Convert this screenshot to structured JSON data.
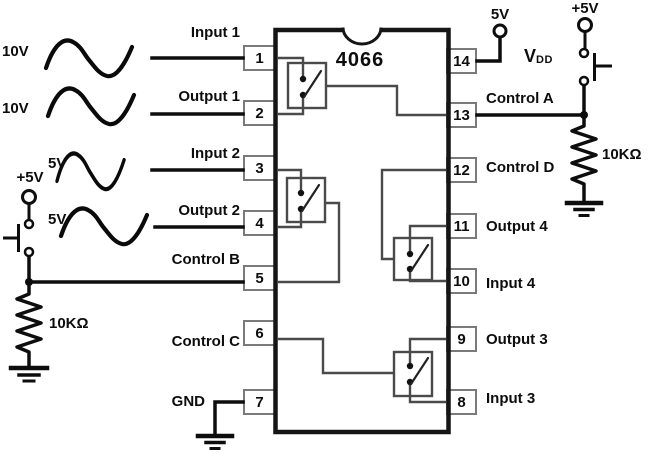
{
  "ic": {
    "name": "4066",
    "left_pins": [
      {
        "number": "1",
        "label": "Input 1"
      },
      {
        "number": "2",
        "label": "Output 1"
      },
      {
        "number": "3",
        "label": "Input 2"
      },
      {
        "number": "4",
        "label": "Output 2"
      },
      {
        "number": "5",
        "label": "Control B"
      },
      {
        "number": "6",
        "label": "Control C"
      },
      {
        "number": "7",
        "label": "GND"
      }
    ],
    "right_pins": [
      {
        "number": "14",
        "label_main": "V",
        "label_sub": "DD"
      },
      {
        "number": "13",
        "label": "Control A"
      },
      {
        "number": "12",
        "label": "Control D"
      },
      {
        "number": "11",
        "label": "Output 4"
      },
      {
        "number": "10",
        "label": "Input 4"
      },
      {
        "number": "9",
        "label": "Output 3"
      },
      {
        "number": "8",
        "label": "Input 3"
      }
    ]
  },
  "waves": {
    "wave1_voltage": "10V",
    "wave2_voltage": "10V",
    "wave3_voltage": "5V",
    "wave4_voltage": "5V"
  },
  "left_supply": {
    "label": "+5V",
    "resistor": "10KΩ"
  },
  "right_supply": {
    "label": "+5V",
    "resistor": "10KΩ"
  },
  "vdd_supply": {
    "label": "5V"
  },
  "colors": {
    "wire": "#0d0d0d",
    "internal_wire": "#4a4a4a",
    "ic_border": "#151515",
    "pin_border": "#7a7a7a",
    "background": "#ffffff"
  }
}
